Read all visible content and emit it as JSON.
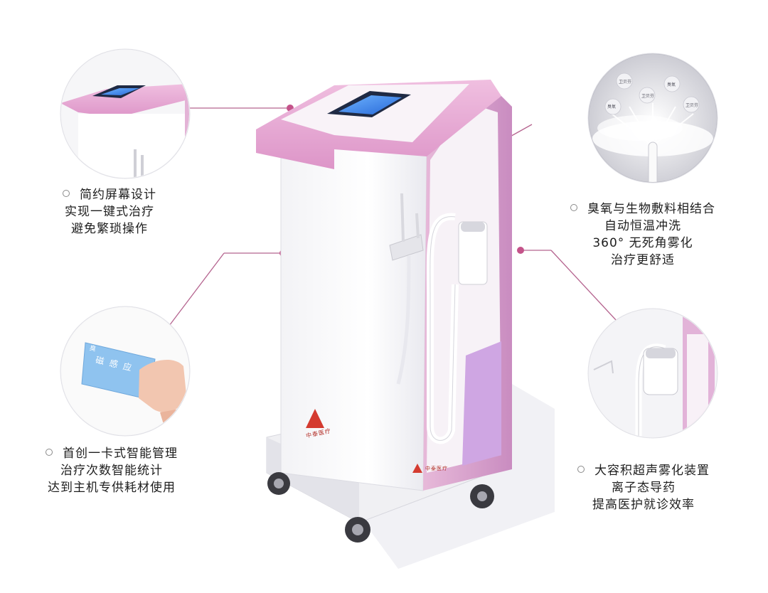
{
  "features": [
    {
      "lines": [
        "简约屏幕设计",
        "实现一键式治疗",
        "避免繁琐操作"
      ]
    },
    {
      "lines": [
        "臭氧与生物敷料相结合",
        "自动恒温冲洗",
        "360° 无死角雾化",
        "治疗更舒适"
      ]
    },
    {
      "lines": [
        "首创一卡式智能管理",
        "治疗次数智能统计",
        "达到主机专供耗材使用"
      ]
    },
    {
      "lines": [
        "大容积超声雾化装置",
        "离子态导药",
        "提高医护就诊效率"
      ]
    }
  ],
  "card": {
    "text": "磁 感 应",
    "corner": "臭"
  },
  "fog_labels": [
    "臭氧",
    "卫贝芬",
    "卫贝芬",
    "臭氧",
    "卫贝芬"
  ],
  "brand_mark": "中泰医疗",
  "colors": {
    "accent_pink": "#d98fc5",
    "connector": "#b5648f",
    "lilac": "#c7a7e0"
  }
}
